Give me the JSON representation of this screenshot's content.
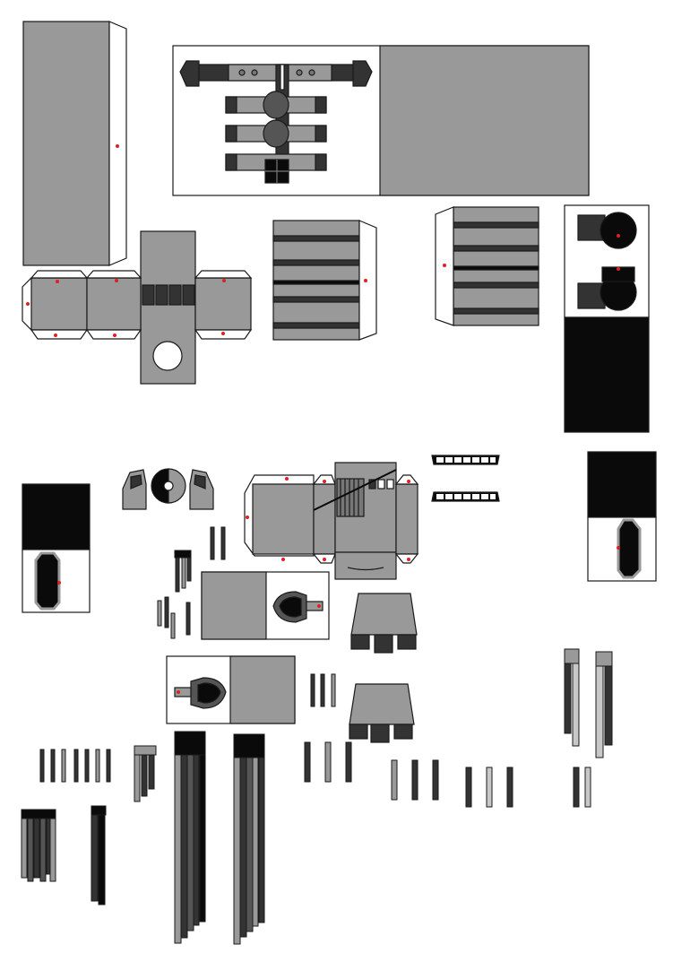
{
  "sheet": {
    "kind": "papercraft template sheet",
    "text_labels": []
  },
  "colors": {
    "paper": "#ffffff",
    "outline": "#1a1a1a",
    "gray": "#999999",
    "dark": "#333333",
    "black": "#0a0a0a",
    "light": "#c8c8c8",
    "glue_dot": "#e02020"
  },
  "pieces": [
    "tall-box-piece",
    "chest-panel-piece",
    "head-cross-net",
    "striped-box-left",
    "striped-box-right",
    "black-eye-panel",
    "small-black-panel-left",
    "shoulder-pads",
    "eye-disc",
    "torso-box-net",
    "teeth-strips",
    "small-black-panel-right",
    "hand-panel-upper",
    "hand-panel-lower",
    "foot-pieces",
    "finger-strips",
    "leg-rods"
  ]
}
